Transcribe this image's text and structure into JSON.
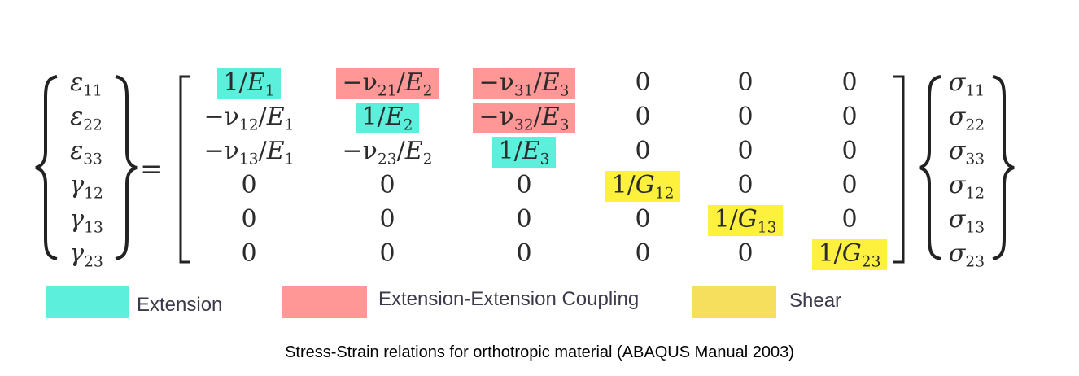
{
  "strain_vector": [
    {
      "sym": "ε",
      "sub": "11"
    },
    {
      "sym": "ε",
      "sub": "22"
    },
    {
      "sym": "ε",
      "sub": "33"
    },
    {
      "sym": "γ",
      "sub": "12"
    },
    {
      "sym": "γ",
      "sub": "13"
    },
    {
      "sym": "γ",
      "sub": "23"
    }
  ],
  "equals": "=",
  "matrix": [
    [
      {
        "pre": "1/",
        "sym": "E",
        "sub": "1",
        "hl": "extension"
      },
      {
        "pre": "−ν",
        "sub0": "21",
        "mid": "/",
        "sym": "E",
        "sub": "2",
        "hl": "coupling"
      },
      {
        "pre": "−ν",
        "sub0": "31",
        "mid": "/",
        "sym": "E",
        "sub": "3",
        "hl": "coupling"
      },
      {
        "pre": "0"
      },
      {
        "pre": "0"
      },
      {
        "pre": "0"
      }
    ],
    [
      {
        "pre": "−ν",
        "sub0": "12",
        "mid": "/",
        "sym": "E",
        "sub": "1"
      },
      {
        "pre": "1/",
        "sym": "E",
        "sub": "2",
        "hl": "extension"
      },
      {
        "pre": "−ν",
        "sub0": "32",
        "mid": "/",
        "sym": "E",
        "sub": "3",
        "hl": "coupling"
      },
      {
        "pre": "0"
      },
      {
        "pre": "0"
      },
      {
        "pre": "0"
      }
    ],
    [
      {
        "pre": "−ν",
        "sub0": "13",
        "mid": "/",
        "sym": "E",
        "sub": "1"
      },
      {
        "pre": "−ν",
        "sub0": "23",
        "mid": "/",
        "sym": "E",
        "sub": "2"
      },
      {
        "pre": "1/",
        "sym": "E",
        "sub": "3",
        "hl": "extension"
      },
      {
        "pre": "0"
      },
      {
        "pre": "0"
      },
      {
        "pre": "0"
      }
    ],
    [
      {
        "pre": "0"
      },
      {
        "pre": "0"
      },
      {
        "pre": "0"
      },
      {
        "pre": "1/",
        "sym": "G",
        "sub": "12",
        "hl": "shear"
      },
      {
        "pre": "0"
      },
      {
        "pre": "0"
      }
    ],
    [
      {
        "pre": "0"
      },
      {
        "pre": "0"
      },
      {
        "pre": "0"
      },
      {
        "pre": "0"
      },
      {
        "pre": "1/",
        "sym": "G",
        "sub": "13",
        "hl": "shear"
      },
      {
        "pre": "0"
      }
    ],
    [
      {
        "pre": "0"
      },
      {
        "pre": "0"
      },
      {
        "pre": "0"
      },
      {
        "pre": "0"
      },
      {
        "pre": "0"
      },
      {
        "pre": "1/",
        "sym": "G",
        "sub": "23",
        "hl": "shear"
      }
    ]
  ],
  "stress_vector": [
    {
      "sym": "σ",
      "sub": "11"
    },
    {
      "sym": "σ",
      "sub": "22"
    },
    {
      "sym": "σ",
      "sub": "33"
    },
    {
      "sym": "σ",
      "sub": "12"
    },
    {
      "sym": "σ",
      "sub": "13"
    },
    {
      "sym": "σ",
      "sub": "23"
    }
  ],
  "legend": {
    "extension": {
      "label": "Extension",
      "color": "#5cf0dc"
    },
    "coupling": {
      "label": "Extension-Extension Coupling",
      "color": "#ff9797"
    },
    "shear": {
      "label": "Shear",
      "color": "#f5df5c"
    }
  },
  "caption": "Stress-Strain relations for orthotropic material  (ABAQUS Manual 2003)"
}
